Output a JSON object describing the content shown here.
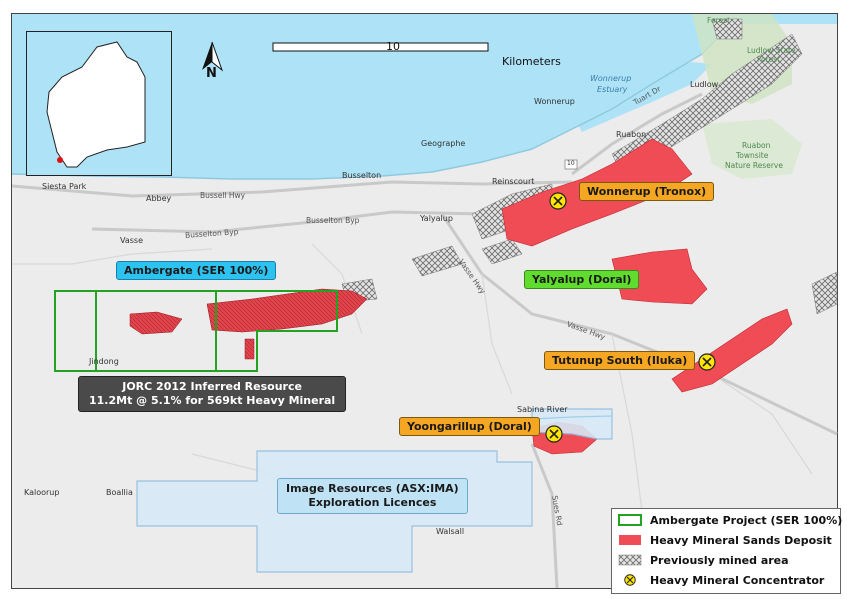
{
  "map": {
    "scale": {
      "value": "10",
      "units": "Kilometers"
    },
    "north": {
      "label": "N"
    },
    "callouts": {
      "wonnerup": "Wonnerup (Tronox)",
      "yalyalup": "Yalyalup (Doral)",
      "ambergate": "Ambergate (SER 100%)",
      "tutunup": "Tutunup South (Iluka)",
      "yoongarillup": "Yoongarillup (Doral)",
      "jorc_line1": "JORC 2012 Inferred Resource",
      "jorc_line2": "11.2Mt @ 5.1% for 569kt Heavy Mineral",
      "image_line1": "Image Resources (ASX:IMA)",
      "image_line2": "Exploration Licences"
    },
    "places": {
      "siesta_park": "Siesta Park",
      "abbey": "Abbey",
      "busselton": "Busselton",
      "geographe": "Geographe",
      "reinscourt": "Reinscourt",
      "yalyalup_town": "Yalyalup",
      "vasse": "Vasse",
      "jindong": "Jindong",
      "wonnerup_town": "Wonnerup",
      "ruabon": "Ruabon",
      "ludlow": "Ludlow",
      "sabina_river": "Sabina River",
      "kaloorup": "Kaloorup",
      "boallia": "Boallia",
      "walsall": "Walsall",
      "ruabon_reserve_1": "Ruabon",
      "ruabon_reserve_2": "Townsite",
      "ruabon_reserve_3": "Nature Reserve",
      "ludlow_forest_1": "Ludlow State",
      "ludlow_forest_2": "Forest",
      "forest_top": "Forest"
    },
    "roads": {
      "bussell_hwy": "Bussell Hwy",
      "busselton_byp_1": "Busselton Byp",
      "busselton_byp_2": "Busselton Byp",
      "vasse_hwy_1": "Vasse Hwy",
      "vasse_hwy_2": "Vasse Hwy",
      "tuart_dr": "Tuart Dr",
      "sues_rd": "Sues Rd",
      "hwy_shield": "10"
    },
    "water": {
      "estuary_1": "Wonnerup",
      "estuary_2": "Estuary"
    }
  },
  "legend": {
    "items": [
      {
        "label": "Ambergate Project (SER 100%)",
        "symbol": "green-outline"
      },
      {
        "label": "Heavy Mineral Sands Deposit",
        "symbol": "red-fill"
      },
      {
        "label": "Previously mined area",
        "symbol": "crosshatch"
      },
      {
        "label": "Heavy Mineral Concentrator",
        "symbol": "concentrator-icon"
      }
    ]
  },
  "colors": {
    "sea": "#aee3f7",
    "land": "#ececec",
    "deposit": "#f04c55",
    "ambergate_outline": "#22a322",
    "callout_orange": "#f5a623",
    "callout_green": "#5fdc2e",
    "callout_blue": "#2dc3f0",
    "licence_fill": "#d7e9f6",
    "licence_outline": "#8fbde0",
    "concentrator": "#ffe600"
  }
}
